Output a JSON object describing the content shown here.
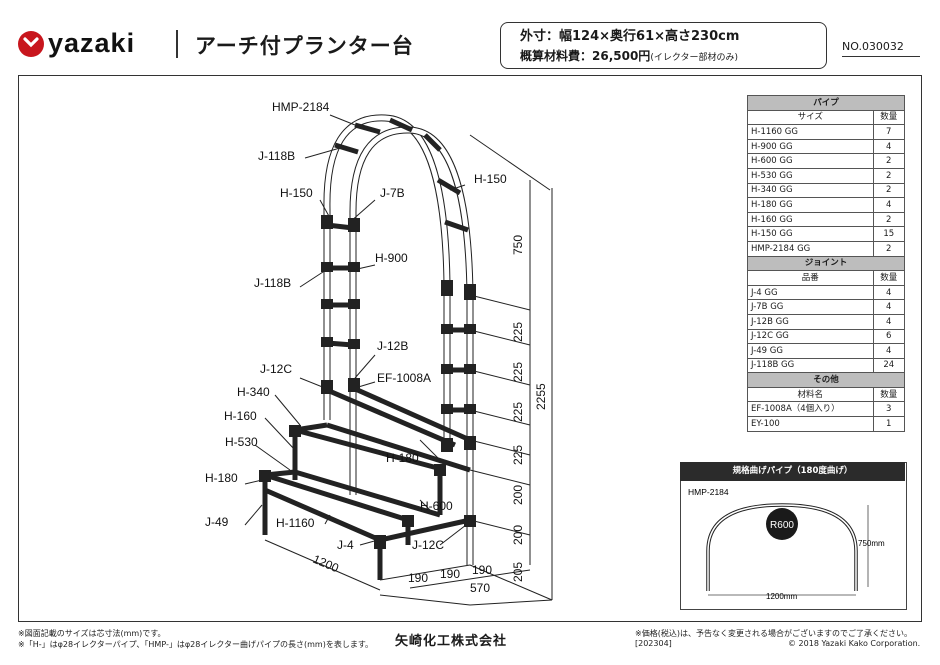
{
  "header": {
    "brand": "yazaki",
    "title": "アーチ付プランター台",
    "spec_size": "外寸：幅124×奥行61×高さ230cm",
    "spec_cost_main": "概算材料費：26,500円",
    "spec_cost_note": "(イレクター部材のみ)",
    "product_no": "NO.030032"
  },
  "drawing_labels": {
    "hmp": "HMP-2184",
    "j118b_1": "J-118B",
    "h150_l": "H-150",
    "j7b": "J-7B",
    "h150_r": "H-150",
    "h900": "H-900",
    "j118b_2": "J-118B",
    "j12b": "J-12B",
    "j12c_1": "J-12C",
    "ef": "EF-1008A",
    "h340": "H-340",
    "h160": "H-160",
    "h530": "H-530",
    "h180_r": "H-180",
    "h180_l": "H-180",
    "h600": "H-600",
    "j49": "J-49",
    "h1160": "H-1160",
    "j4": "J-4",
    "j12c_2": "J-12C"
  },
  "dimensions": {
    "d750": "750",
    "d225a": "225",
    "d225b": "225",
    "d225c": "225",
    "d225d": "225",
    "d200a": "200",
    "d200b": "200",
    "d205": "205",
    "d2255": "2255",
    "d1200": "1200",
    "d190a": "190",
    "d190b": "190",
    "d190c": "190",
    "d570": "570"
  },
  "table": {
    "pipe_title": "パイプ",
    "pipe_header": [
      "サイズ",
      "数量"
    ],
    "pipes": [
      {
        "name": "H-1160 GG",
        "qty": "7"
      },
      {
        "name": "H-900 GG",
        "qty": "4"
      },
      {
        "name": "H-600 GG",
        "qty": "2"
      },
      {
        "name": "H-530 GG",
        "qty": "2"
      },
      {
        "name": "H-340 GG",
        "qty": "2"
      },
      {
        "name": "H-180 GG",
        "qty": "4"
      },
      {
        "name": "H-160 GG",
        "qty": "2"
      },
      {
        "name": "H-150 GG",
        "qty": "15"
      },
      {
        "name": "HMP-2184 GG",
        "qty": "2"
      }
    ],
    "joint_title": "ジョイント",
    "joint_header": [
      "品番",
      "数量"
    ],
    "joints": [
      {
        "name": "J-4 GG",
        "qty": "4"
      },
      {
        "name": "J-7B GG",
        "qty": "4"
      },
      {
        "name": "J-12B GG",
        "qty": "4"
      },
      {
        "name": "J-12C GG",
        "qty": "6"
      },
      {
        "name": "J-49 GG",
        "qty": "4"
      },
      {
        "name": "J-118B GG",
        "qty": "24"
      }
    ],
    "other_title": "その他",
    "other_header": [
      "材料名",
      "数量"
    ],
    "others": [
      {
        "name": "EF-1008A（4個入り）",
        "qty": "3"
      },
      {
        "name": "EY-100",
        "qty": "1"
      }
    ]
  },
  "inset": {
    "heading": "規格曲げパイプ（180度曲げ）",
    "part": "HMP-2184",
    "radius": "R600",
    "height": "750mm",
    "width": "1200mm"
  },
  "footer": {
    "note1": "※図面記載のサイズは芯寸法(mm)です。",
    "note2": "※「H-」はφ28イレクターパイプ、「HMP-」はφ28イレクター曲げパイプの長さ(mm)を表します。",
    "company": "矢崎化工株式会社",
    "note3": "※価格(税込)は、予告なく変更される場合がございますのでご了承ください。[202304]",
    "copyright": "© 2018 Yazaki Kako Corporation."
  },
  "colors": {
    "brand_red": "#c8161d",
    "table_section": "#bdbdbd",
    "inset_header": "#2b2b2b"
  }
}
